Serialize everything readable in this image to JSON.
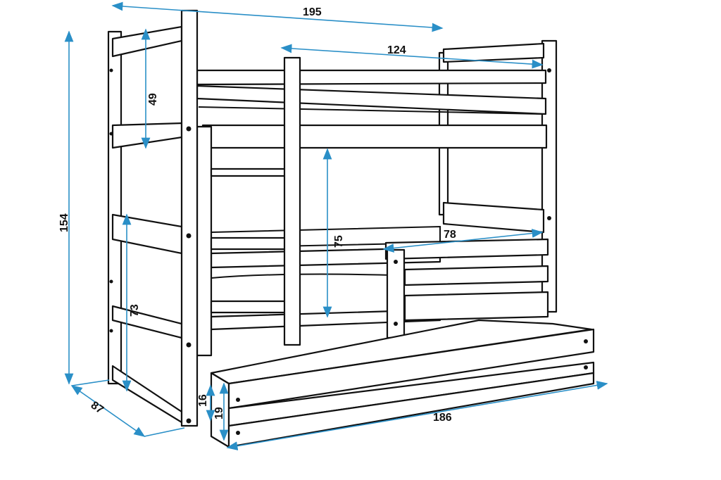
{
  "dimensions": {
    "overall_length": "195",
    "top_bed_length": "124",
    "top_guard_height": "49",
    "overall_height": "154",
    "bed_clearance": "75",
    "bottom_end_height": "73",
    "bottom_guard_length": "78",
    "depth": "87",
    "drawer_height_inner": "16",
    "drawer_height_outer": "19",
    "drawer_length": "186"
  },
  "colors": {
    "dimension_line": "#2a8fc7",
    "outline": "#111111"
  }
}
